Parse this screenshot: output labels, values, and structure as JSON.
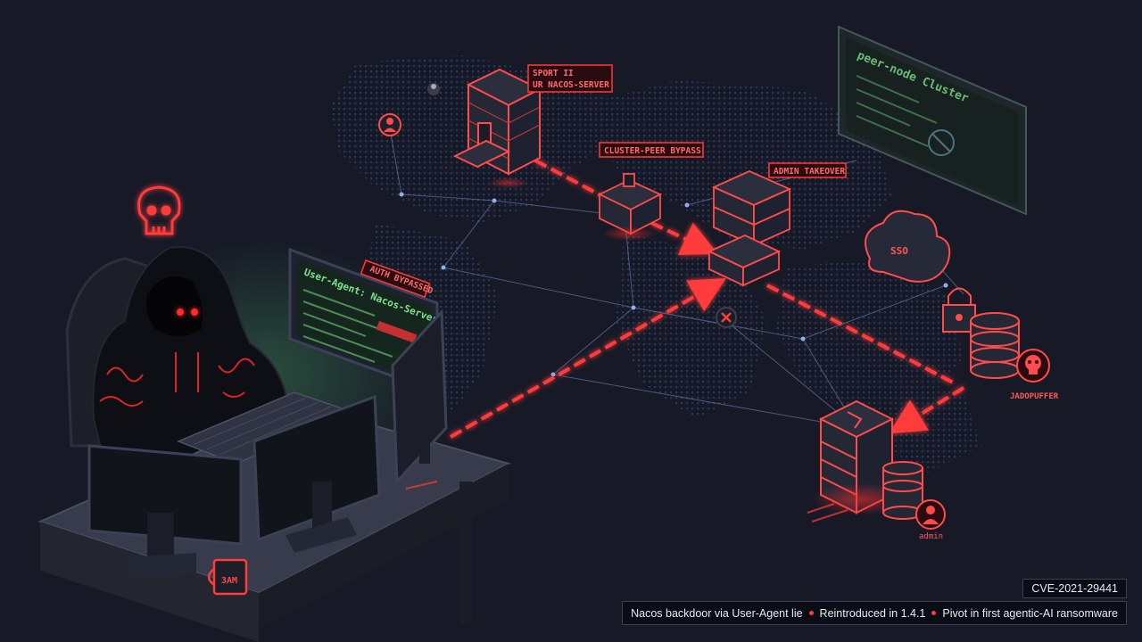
{
  "scene": {
    "labels": {
      "top_tag_line1": "SPORT II",
      "top_tag_line2": "UR NACOS-SERVER",
      "cluster_tag": "CLUSTER-PEER BYPASS",
      "admin_tag": "ADMIN TAKEOVER",
      "auth_tag": "AUTH BYPASSED",
      "terminal_user_agent": "User-Agent: Nacos-Server",
      "right_terminal_title": "peer-node Cluster",
      "mug_text": "3AM",
      "attacker_tag": "JADOPUFFER",
      "admin_caption": "admin",
      "cloud_text": "SSO"
    },
    "colors": {
      "background": "#171a26",
      "accent_red": "#ff3b3b",
      "terminal_green": "#7fe28a",
      "network_blue": "#6f8fc8"
    },
    "icons": [
      "skull-icon",
      "hooded-hacker",
      "firewall-icon",
      "server-icon",
      "cloud-icon",
      "lock-icon",
      "database-icon",
      "user-icon",
      "x-mark-icon",
      "coffee-mug-icon"
    ]
  },
  "caption": {
    "cve": "CVE-2021-29441",
    "items": [
      "Nacos backdoor via User-Agent lie",
      "Reintroduced in 1.4.1",
      "Pivot in first agentic-AI ransomware"
    ]
  }
}
